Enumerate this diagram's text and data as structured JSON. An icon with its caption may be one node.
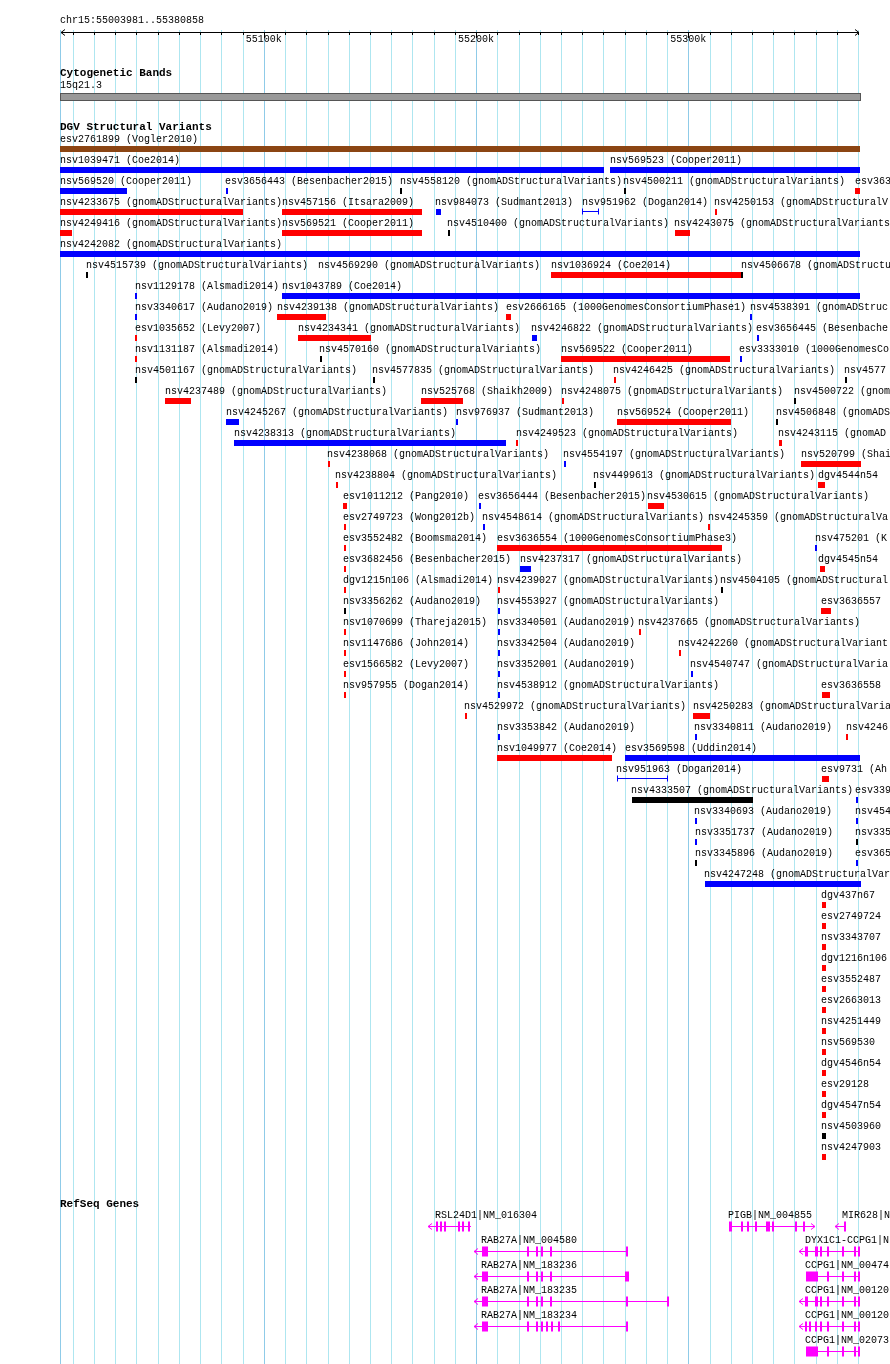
{
  "diagram": {
    "labels": [
      "chr15:55003981..55380858",
      "55100k",
      "55200k",
      "55300k",
      "Cytogenetic Bands",
      "15q21.3",
      "DGV Structural Variants",
      "esv2761899 (Vogler2010)",
      "nsv1039471 (Coe2014)",
      "nsv569523 (Cooper2011)",
      "nsv569520 (Cooper2011)",
      "esv3656443 (Besenbacher2015)",
      "nsv4558120 (gnomADStructuralVariants)",
      "nsv4500211 (gnomADStructuralVariants)",
      "esv363",
      "nsv4233675 (gnomADStructuralVariants)",
      "nsv457156 (Itsara2009)",
      "nsv984073 (Sudmant2013)",
      "nsv951962 (Dogan2014)",
      "nsv4250153 (gnomADStructuralV",
      "nsv4249416 (gnomADStructuralVariants)",
      "nsv569521 (Cooper2011)",
      "nsv4510400 (gnomADStructuralVariants)",
      "nsv4243075 (gnomADStructuralVariants",
      "nsv4242082 (gnomADStructuralVariants)",
      "nsv4515739 (gnomADStructuralVariants)",
      "nsv4569290 (gnomADStructuralVariants)",
      "nsv1036924 (Coe2014)",
      "nsv4506678 (gnomADStructu",
      "nsv1129178 (Alsmadi2014)",
      "nsv1043789 (Coe2014)",
      "nsv3340617 (Audano2019)",
      "nsv4239138 (gnomADStructuralVariants)",
      "esv2666165 (1000GenomesConsortiumPhase1)",
      "nsv4538391 (gnomADStruc",
      "esv1035652 (Levy2007)",
      "nsv4234341 (gnomADStructuralVariants)",
      "nsv4246822 (gnomADStructuralVariants)",
      "esv3656445 (Besenbache",
      "nsv1131187 (Alsmadi2014)",
      "nsv4570160 (gnomADStructuralVariants)",
      "nsv569522 (Cooper2011)",
      "esv3333010 (1000GenomesCo",
      "nsv4501167 (gnomADStructuralVariants)",
      "nsv4577835 (gnomADStructuralVariants)",
      "nsv4246425 (gnomADStructuralVariants)",
      "nsv4577",
      "nsv4237489 (gnomADStructuralVariants)",
      "nsv525768 (Shaikh2009)",
      "nsv4248075 (gnomADStructuralVariants)",
      "nsv4500722 (gnom",
      "nsv4245267 (gnomADStructuralVariants)",
      "nsv976937 (Sudmant2013)",
      "nsv569524 (Cooper2011)",
      "nsv4506848 (gnomADS",
      "nsv4238313 (gnomADStructuralVariants)",
      "nsv4249523 (gnomADStructuralVariants)",
      "nsv4243115 (gnomAD",
      "nsv4238068 (gnomADStructuralVariants)",
      "nsv4554197 (gnomADStructuralVariants)",
      "nsv520799 (Shai",
      "nsv4238804 (gnomADStructuralVariants)",
      "nsv4499613 (gnomADStructuralVariants)",
      "dgv4544n54",
      "esv1011212 (Pang2010)",
      "esv3656444 (Besenbacher2015)",
      "nsv4530615 (gnomADStructuralVariants)",
      "esv2749723 (Wong2012b)",
      "nsv4548614 (gnomADStructuralVariants)",
      "nsv4245359 (gnomADStructuralVa",
      "esv3552482 (Boomsma2014)",
      "esv3636554 (1000GenomesConsortiumPhase3)",
      "nsv475201 (K",
      "esv3682456 (Besenbacher2015)",
      "nsv4237317 (gnomADStructuralVariants)",
      "dgv4545n54",
      "dgv1215n106 (Alsmadi2014)",
      "nsv4239027 (gnomADStructuralVariants)",
      "nsv4504105 (gnomADStructural",
      "nsv3356262 (Audano2019)",
      "nsv4553927 (gnomADStructuralVariants)",
      "esv3636557",
      "nsv1070699 (Thareja2015)",
      "nsv3340501 (Audano2019)",
      "nsv4237665 (gnomADStructuralVariants)",
      "nsv1147686 (John2014)",
      "nsv3342504 (Audano2019)",
      "nsv4242260 (gnomADStructuralVariant",
      "esv1566582 (Levy2007)",
      "nsv3352001 (Audano2019)",
      "nsv4540747 (gnomADStructuralVaria",
      "nsv957955 (Dogan2014)",
      "nsv4538912 (gnomADStructuralVariants)",
      "esv3636558",
      "nsv4529972 (gnomADStructuralVariants)",
      "nsv4250283 (gnomADStructuralVaria",
      "nsv3353842 (Audano2019)",
      "nsv3340811 (Audano2019)",
      "nsv4246",
      "nsv1049977 (Coe2014)",
      "esv3569598 (Uddin2014)",
      "nsv951963 (Dogan2014)",
      "esv9731 (Ah",
      "nsv4333507 (gnomADStructuralVariants)",
      "esv339",
      "nsv3340693 (Audano2019)",
      "nsv454",
      "nsv3351737 (Audano2019)",
      "nsv335",
      "nsv3345896 (Audano2019)",
      "esv365",
      "nsv4247248 (gnomADStructuralVar",
      "dgv437n67",
      "esv2749724",
      "nsv3343707",
      "dgv1216n106",
      "esv3552487",
      "esv2663013",
      "nsv4251449",
      "nsv569530",
      "dgv4546n54",
      "esv29128",
      "dgv4547n54",
      "nsv4503960",
      "nsv4247903",
      "RefSeq Genes",
      "RSL24D1|NM_016304",
      "PIGB|NM_004855",
      "MIR628|N",
      "RAB27A|NM_004580",
      "RAB27A|NM_183236",
      "RAB27A|NM_183235",
      "RAB27A|NM_183234",
      "DYX1C1-CCPG1|N",
      "CCPG1|NM_00474",
      "CCPG1|NM_00120",
      "CCPG1|NM_00120",
      "CCPG1|NM_02073"
    ]
  }
}
